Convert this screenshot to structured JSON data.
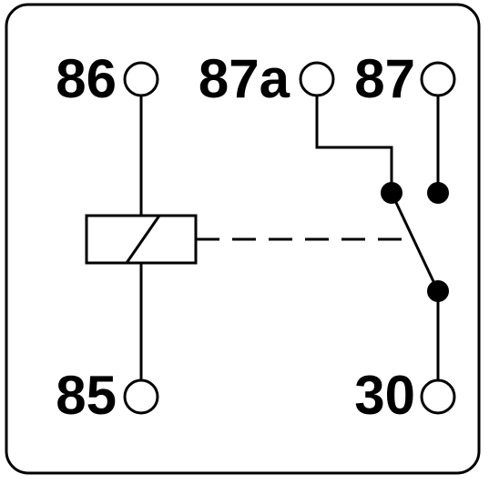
{
  "colors": {
    "line": "#000000",
    "background": "#ffffff"
  },
  "terminals": {
    "t86": "86",
    "t87a": "87a",
    "t87": "87",
    "t85": "85",
    "t30": "30"
  }
}
